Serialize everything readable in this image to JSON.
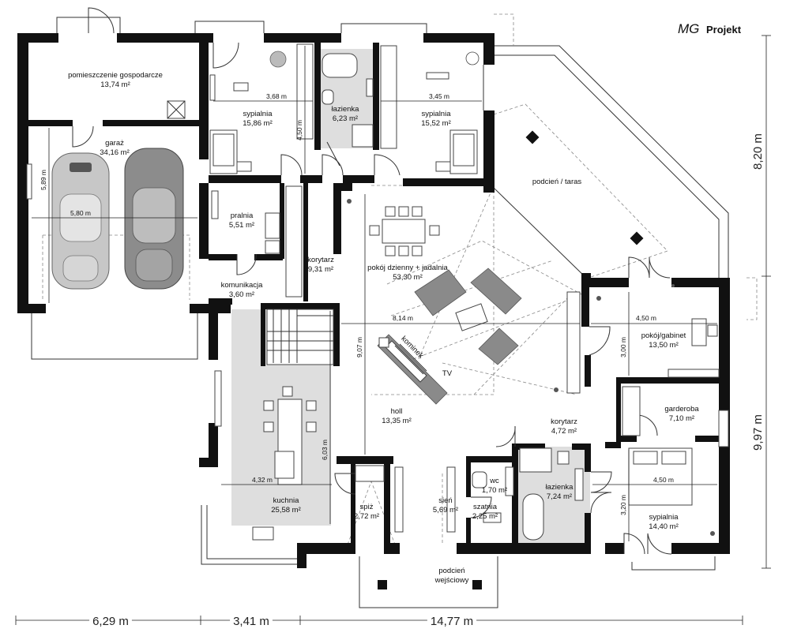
{
  "brand": {
    "logo_mg": "MG",
    "logo_rest": "Projekt"
  },
  "rooms": {
    "utility": {
      "name": "pomieszczenie gospodarcze",
      "area": "13,74 m²"
    },
    "garage": {
      "name": "garaż",
      "area": "34,16 m²"
    },
    "bedroom1": {
      "name": "sypialnia",
      "area": "15,86 m²"
    },
    "bathroom1": {
      "name": "łazienka",
      "area": "6,23 m²"
    },
    "bedroom2": {
      "name": "sypialnia",
      "area": "15,52 m²"
    },
    "terrace": {
      "name": "podcień / taras"
    },
    "laundry": {
      "name": "pralnia",
      "area": "5,51 m²"
    },
    "corridor1": {
      "name": "korytarz",
      "area": "9,31 m²"
    },
    "living": {
      "name": "pokój dzienny + jadalnia",
      "area": "53,30 m²"
    },
    "communication": {
      "name": "komunikacja",
      "area": "3,60 m²"
    },
    "office": {
      "name": "pokój/gabinet",
      "area": "13,50 m²"
    },
    "fireplace": {
      "name": "kominek"
    },
    "tv": {
      "name": "TV"
    },
    "hall": {
      "name": "holl",
      "area": "13,35 m²"
    },
    "corridor2": {
      "name": "korytarz",
      "area": "4,72 m²"
    },
    "wardrobe": {
      "name": "garderoba",
      "area": "7,10 m²"
    },
    "wc": {
      "name": "wc",
      "area": "1,70 m²"
    },
    "bathroom2": {
      "name": "łazienka",
      "area": "7,24 m²"
    },
    "kitchen": {
      "name": "kuchnia",
      "area": "25,58 m²"
    },
    "pantry": {
      "name": "spiż",
      "area": "2,72 m²"
    },
    "vestibule": {
      "name": "sień",
      "area": "5,69 m²"
    },
    "cloakroom": {
      "name": "szatnia",
      "area": "2,25 m²"
    },
    "bedroom3": {
      "name": "sypialnia",
      "area": "14,40 m²"
    },
    "entrance": {
      "name": "podcień",
      "name2": "wejściowy"
    }
  },
  "dimensions": {
    "bedroom1_w": "3,68 m",
    "bedroom1_h": "4,50 m",
    "bedroom2_w": "3,45 m",
    "garage_w": "5,80 m",
    "garage_h": "5,89 m",
    "living_w": "8,14 m",
    "living_h": "9,07 m",
    "office_w": "4,50 m",
    "office_h": "3,00 m",
    "kitchen_w": "4,32 m",
    "kitchen_h": "6,03 m",
    "bedroom3_w": "4,50 m",
    "bedroom3_h": "3,20 m",
    "overall_right_top": "8,20 m",
    "overall_right_bottom": "9,97 m",
    "overall_bottom_1": "6,29 m",
    "overall_bottom_2": "3,41 m",
    "overall_bottom_3": "14,77 m"
  }
}
